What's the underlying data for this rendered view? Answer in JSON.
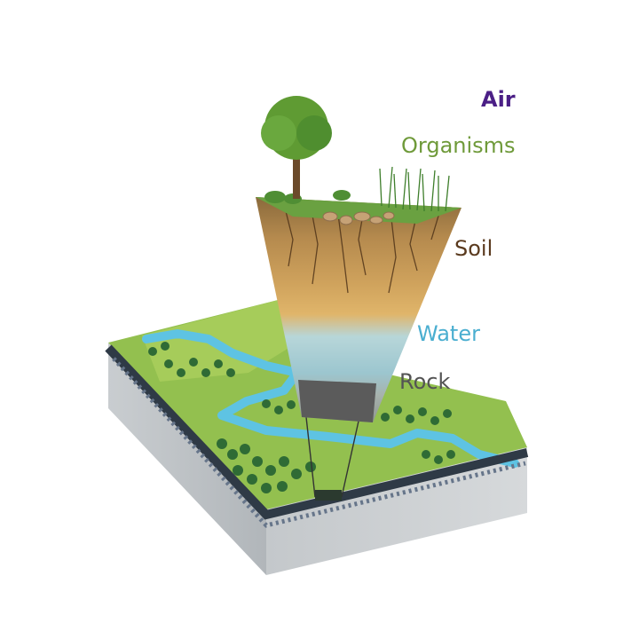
{
  "labels": {
    "air": "Air",
    "organisms": "Organisms",
    "soil": "Soil",
    "water": "Water",
    "rock": "Rock"
  },
  "colors": {
    "air": "#4b1f86",
    "organisms": "#6f9a3a",
    "soil": "#5a3a1e",
    "water": "#4aaed0",
    "rock": "#545454"
  }
}
